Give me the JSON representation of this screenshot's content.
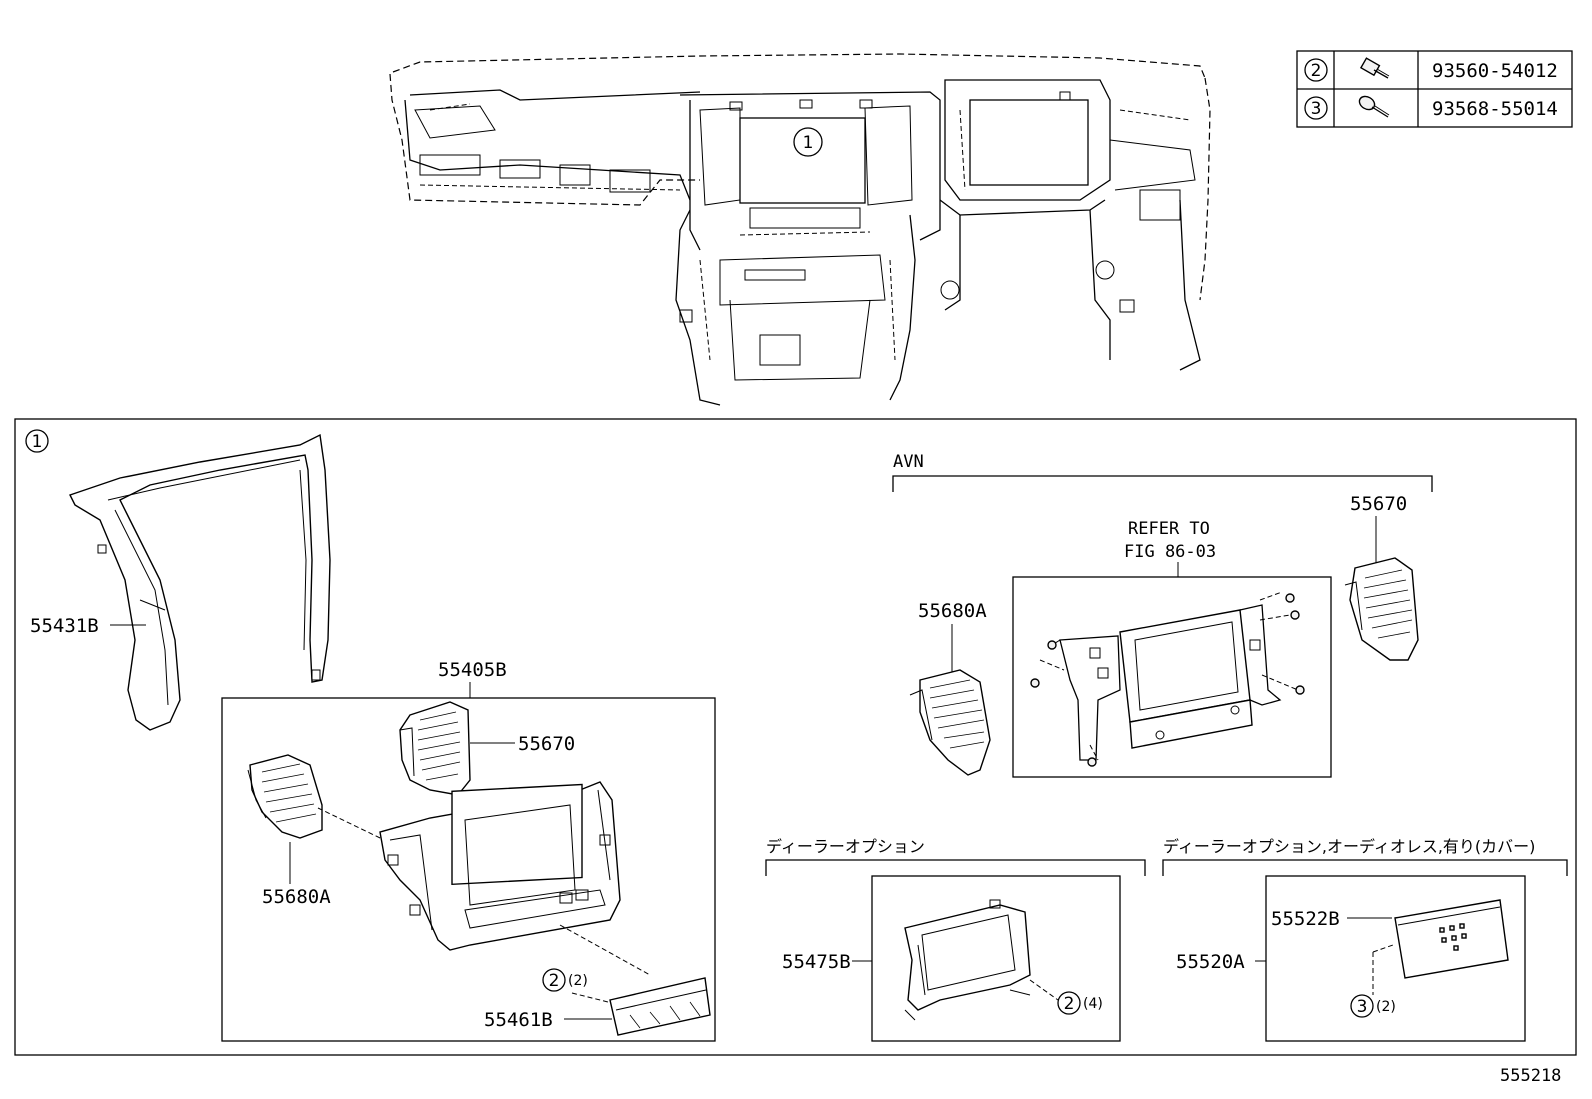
{
  "legend": {
    "rows": [
      {
        "ref": "2",
        "part_no": "93560-54012",
        "icon": "bolt-icon"
      },
      {
        "ref": "3",
        "part_no": "93568-55014",
        "icon": "screw-icon"
      }
    ]
  },
  "dashboard": {
    "callout": "1"
  },
  "detail": {
    "callout": "1",
    "labels": {
      "p55431B": "55431B",
      "p55405B": "55405B",
      "p55670_left": "55670",
      "p55680A_left": "55680A",
      "p55461B": "55461B",
      "fastener_461": {
        "ref": "2",
        "qty": "(2)"
      },
      "avn_title": "AVN",
      "refer_line1": "REFER TO",
      "refer_line2": "FIG 86-03",
      "p55680A_right": "55680A",
      "p55670_right": "55670",
      "dealer_option": "ディーラーオプション",
      "p55475B": "55475B",
      "fastener_475": {
        "ref": "2",
        "qty": "(4)"
      },
      "dealer_option_cover": "ディーラーオプション,オーディオレス,有り(カバー)",
      "p55520A": "55520A",
      "p55522B": "55522B",
      "fastener_522": {
        "ref": "3",
        "qty": "(2)"
      }
    }
  },
  "figure_id": "555218"
}
